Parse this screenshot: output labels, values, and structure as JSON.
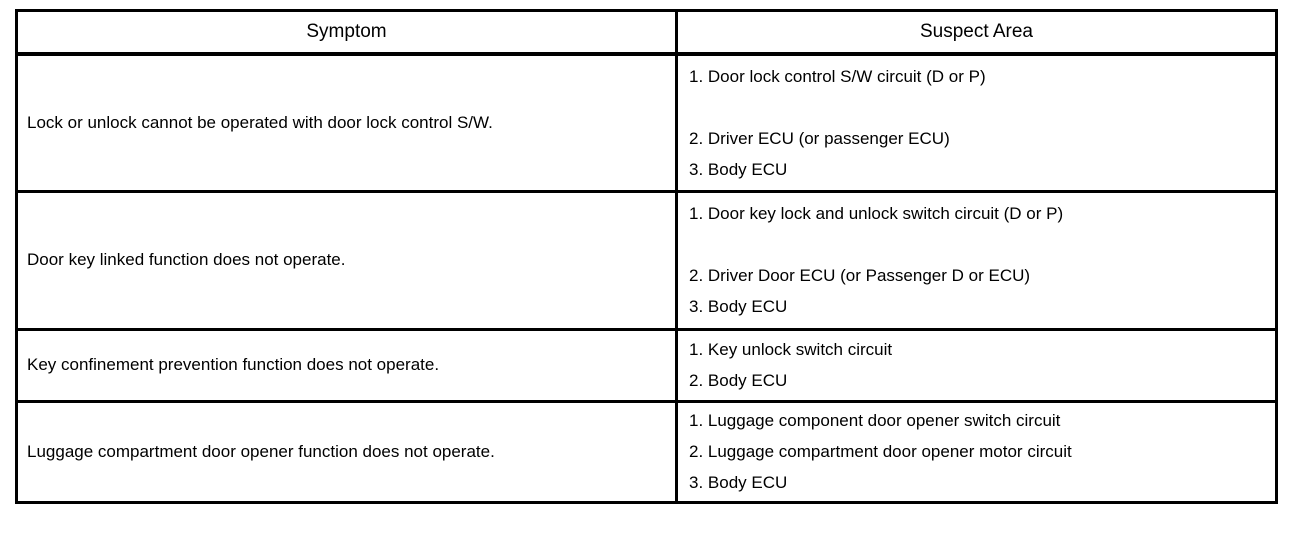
{
  "table": {
    "headers": {
      "symptom": "Symptom",
      "suspect_area": "Suspect Area"
    },
    "rows": [
      {
        "symptom": "Lock or unlock cannot be operated with door lock control S/W.",
        "suspect_areas": [
          "1. Door lock control S/W circuit (D or P)",
          "",
          "2. Driver ECU (or passenger ECU)",
          "3. Body ECU"
        ]
      },
      {
        "symptom": "Door key linked function does not operate.",
        "suspect_areas": [
          "1. Door key lock and unlock switch circuit (D or P)",
          "",
          "2. Driver Door ECU (or Passenger D or ECU)",
          "3. Body ECU"
        ]
      },
      {
        "symptom": "Key confinement prevention function does not operate.",
        "suspect_areas": [
          "1. Key unlock switch circuit",
          "2. Body ECU"
        ]
      },
      {
        "symptom": "Luggage compartment door opener function does not operate.",
        "suspect_areas": [
          "1. Luggage component door opener switch circuit",
          "2. Luggage compartment door opener motor circuit",
          "3. Body ECU"
        ]
      }
    ]
  },
  "colors": {
    "text": "#000000",
    "border": "#000000",
    "background": "#ffffff"
  }
}
